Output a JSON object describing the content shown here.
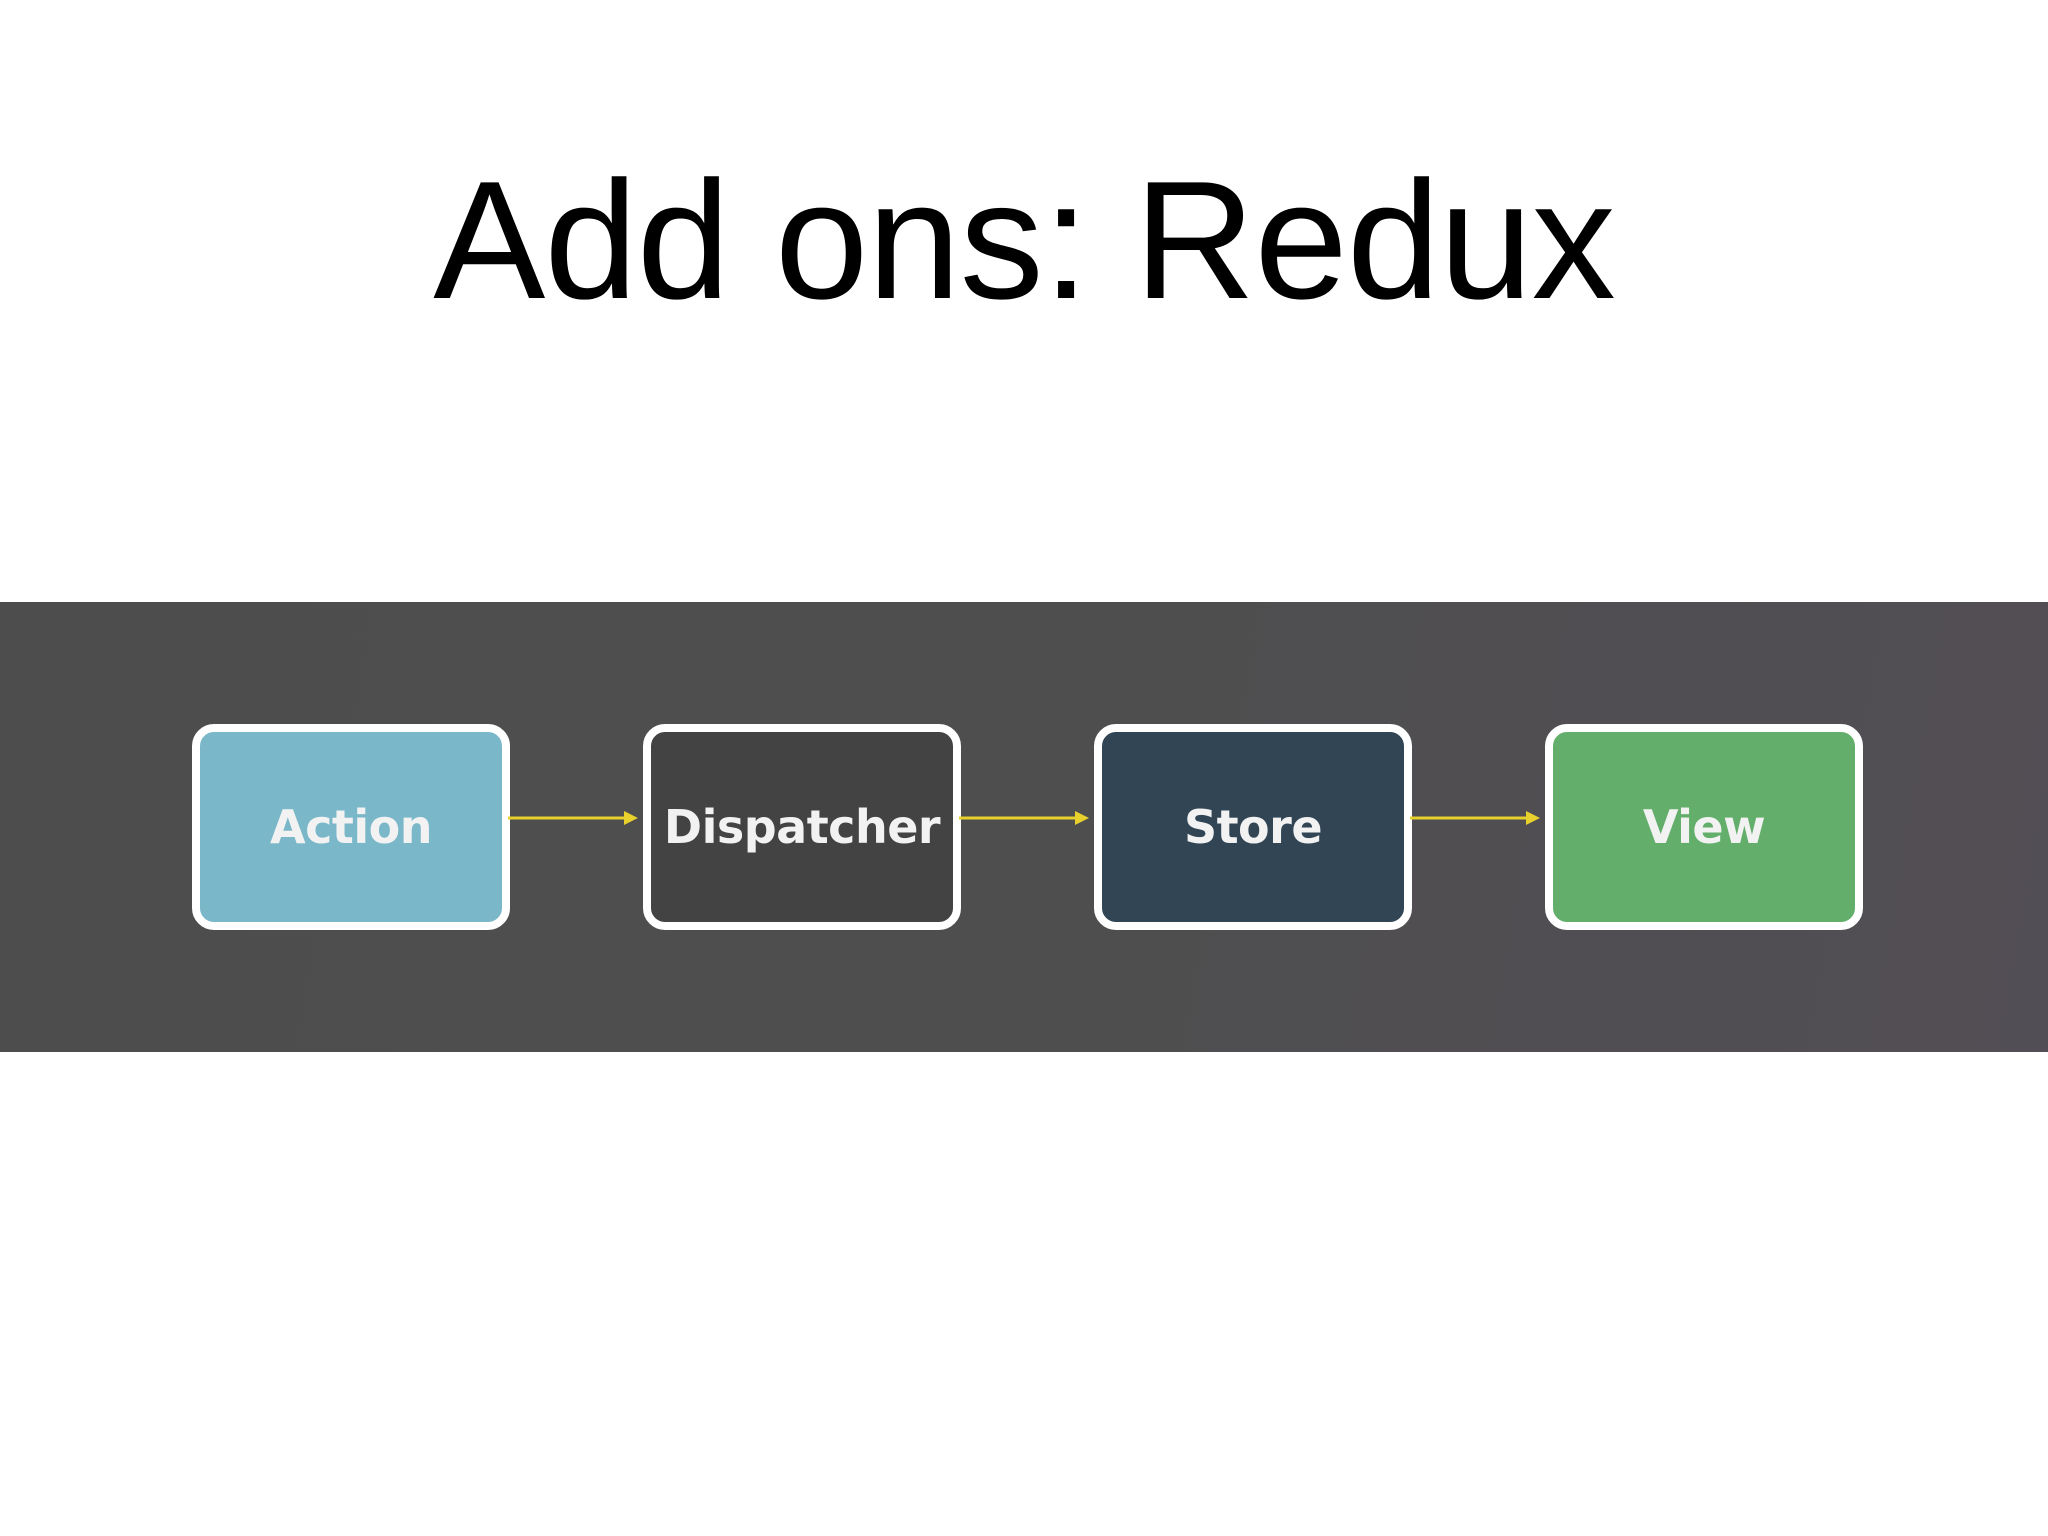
{
  "slide": {
    "title": "Add ons: Redux"
  },
  "diagram": {
    "nodes": [
      {
        "label": "Action",
        "color": "#79b7c9"
      },
      {
        "label": "Dispatcher",
        "color": "#434343"
      },
      {
        "label": "Store",
        "color": "#314555"
      },
      {
        "label": "View",
        "color": "#62ae6a"
      }
    ],
    "edges": [
      {
        "from": "Action",
        "to": "Dispatcher"
      },
      {
        "from": "Dispatcher",
        "to": "Store"
      },
      {
        "from": "Store",
        "to": "View"
      }
    ],
    "arrow_color": "#e8d12c",
    "background_color": "#4e4e4e",
    "border_color": "#ffffff"
  }
}
